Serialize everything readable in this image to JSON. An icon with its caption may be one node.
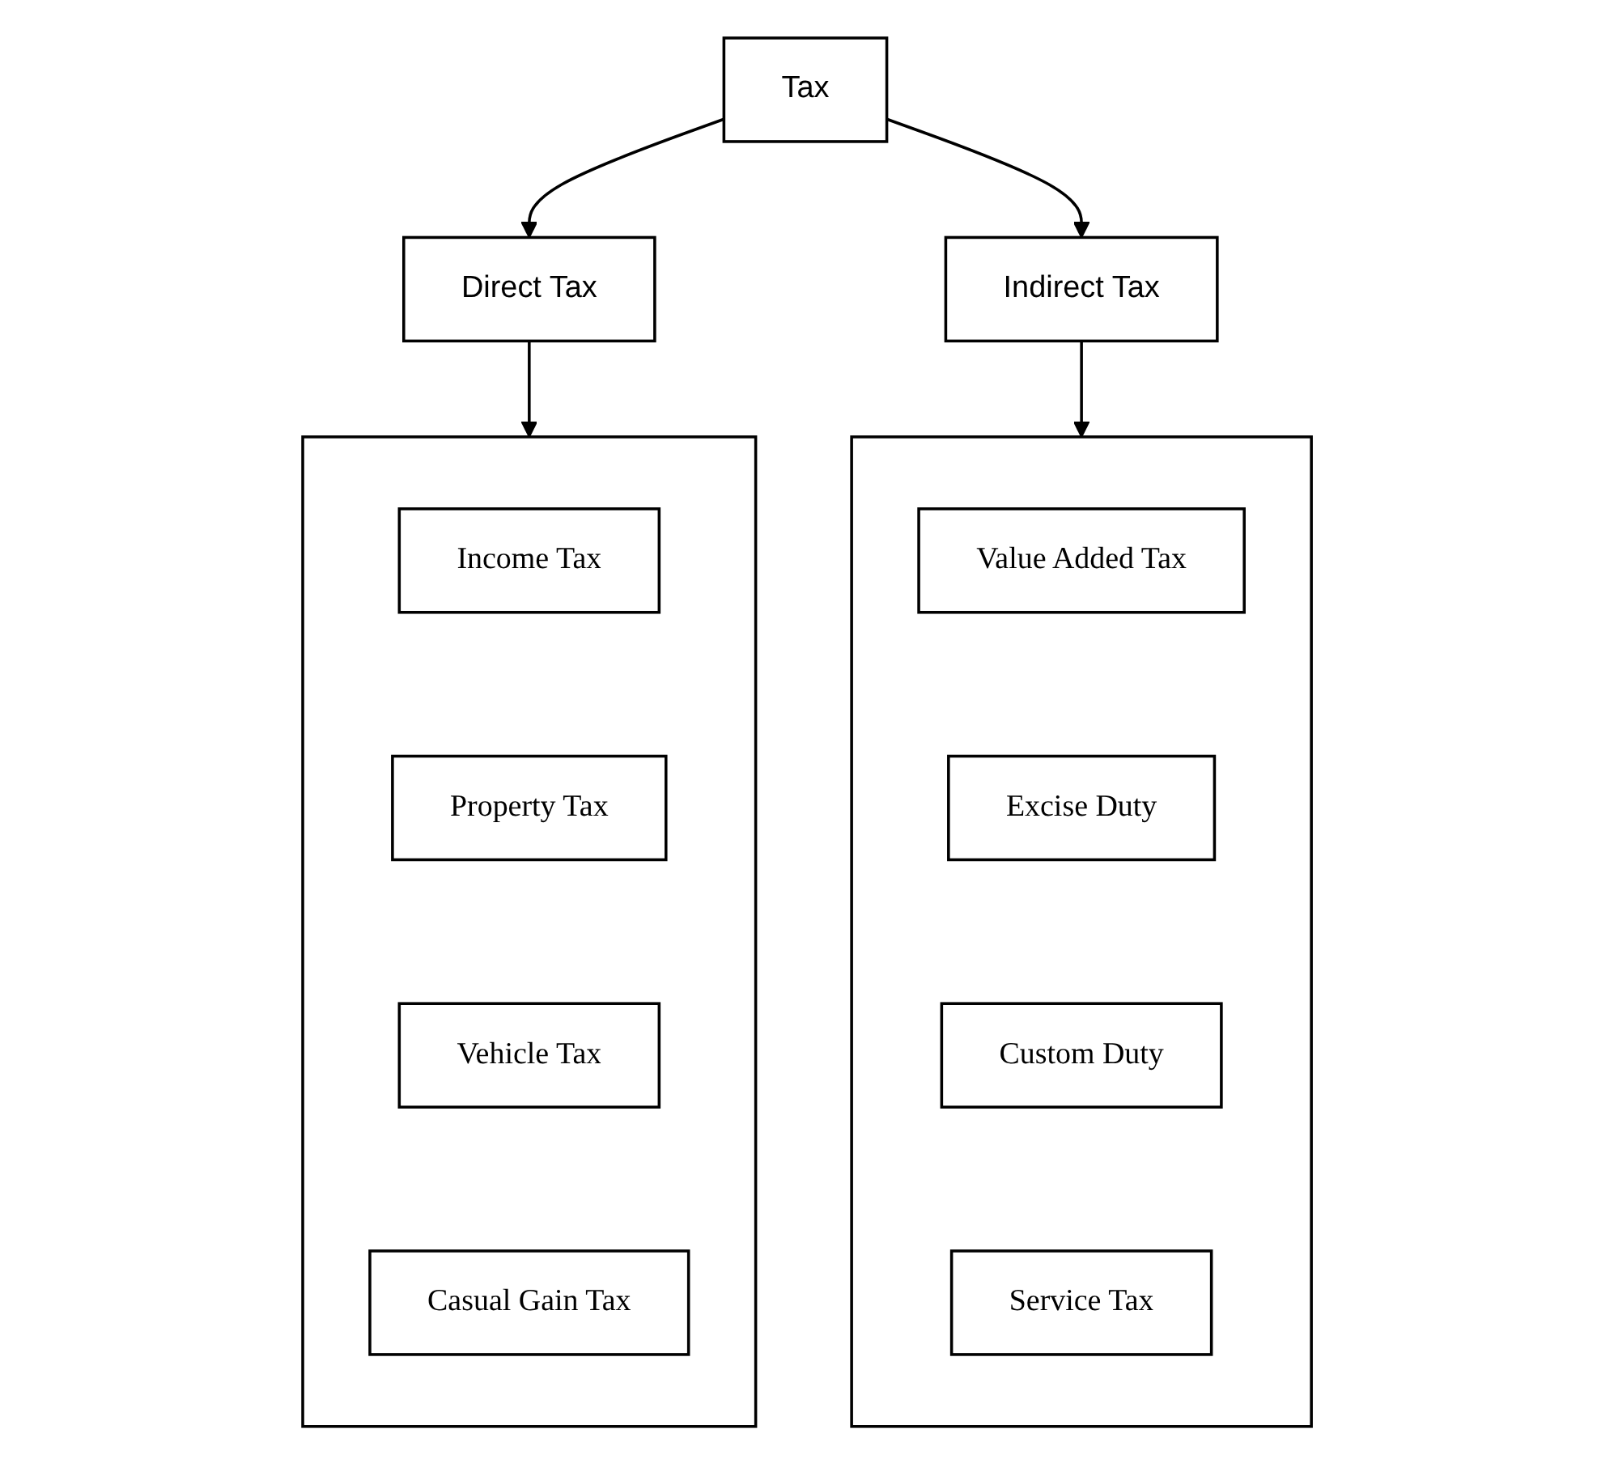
{
  "diagram": {
    "nodes": [
      {
        "text": [
          "Tax"
        ]
      },
      {
        "text": [
          "Direct Tax"
        ]
      },
      {
        "text": [
          "Indirect Tax"
        ]
      },
      {
        "text": [],
        "shape": "box"
      },
      {
        "text": [
          "Income Tax"
        ],
        "in": 3
      },
      {
        "text": [
          "Property Tax"
        ],
        "in": 3
      },
      {
        "text": [
          "Vehicle Tax"
        ],
        "in": 3
      },
      {
        "text": [
          "Casual Gain Tax"
        ],
        "in": 3
      },
      {
        "text": [],
        "shape": "box"
      },
      {
        "text": [
          "Value Added Tax"
        ],
        "in": 8
      },
      {
        "text": [
          "Excise Duty"
        ],
        "in": 8
      },
      {
        "text": [
          "Custom Duty"
        ],
        "in": 8
      },
      {
        "text": [
          "Service Tax"
        ],
        "in": 8
      }
    ],
    "edges": [
      {
        "from": 0,
        "to": 1,
        "arrow": "to"
      },
      {
        "from": 0,
        "to": 2,
        "arrow": "to"
      },
      {
        "from": 1,
        "to": 3,
        "arrow": "to"
      },
      {
        "from": 2,
        "to": 8,
        "arrow": "to"
      }
    ]
  }
}
